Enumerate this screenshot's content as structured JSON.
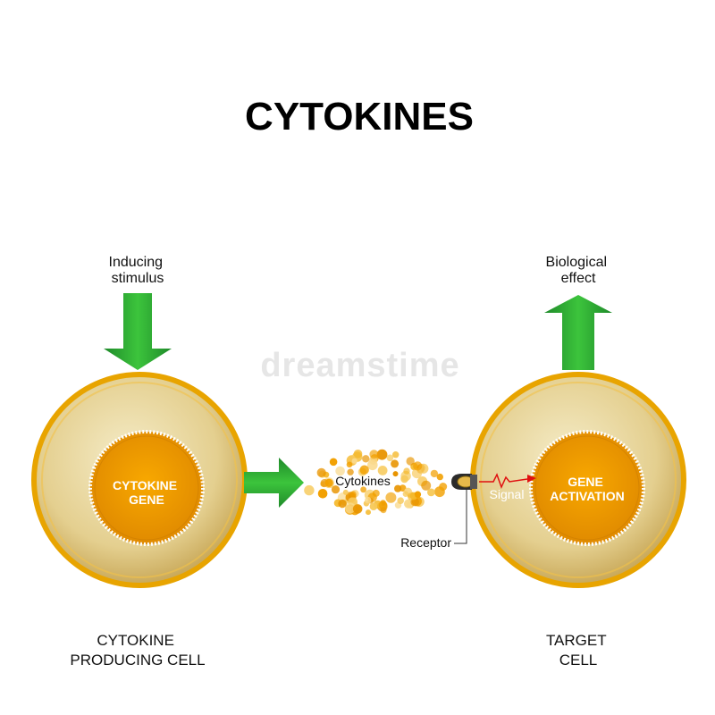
{
  "title": "CYTOKINES",
  "labels": {
    "inducing_stimulus": [
      "Inducing",
      "stimulus"
    ],
    "biological_effect": [
      "Biological",
      "effect"
    ],
    "cytokine_gene": [
      "CYTOKINE",
      "GENE"
    ],
    "gene_activation": [
      "GENE",
      "ACTIVATION"
    ],
    "cytokines": "Cytokines",
    "signal": "Signal",
    "receptor": "Receptor",
    "producing_cell": [
      "CYTOKINE",
      "PRODUCING CELL"
    ],
    "target_cell": [
      "TARGET",
      "CELL"
    ]
  },
  "watermark": "dreamstime",
  "colors": {
    "arrow": "#2ca02c",
    "cell_rim": "#e8a400",
    "cytoplasm": "#dfc98a",
    "nucleus": "#f2a000",
    "signal_arrow": "#e01010"
  }
}
